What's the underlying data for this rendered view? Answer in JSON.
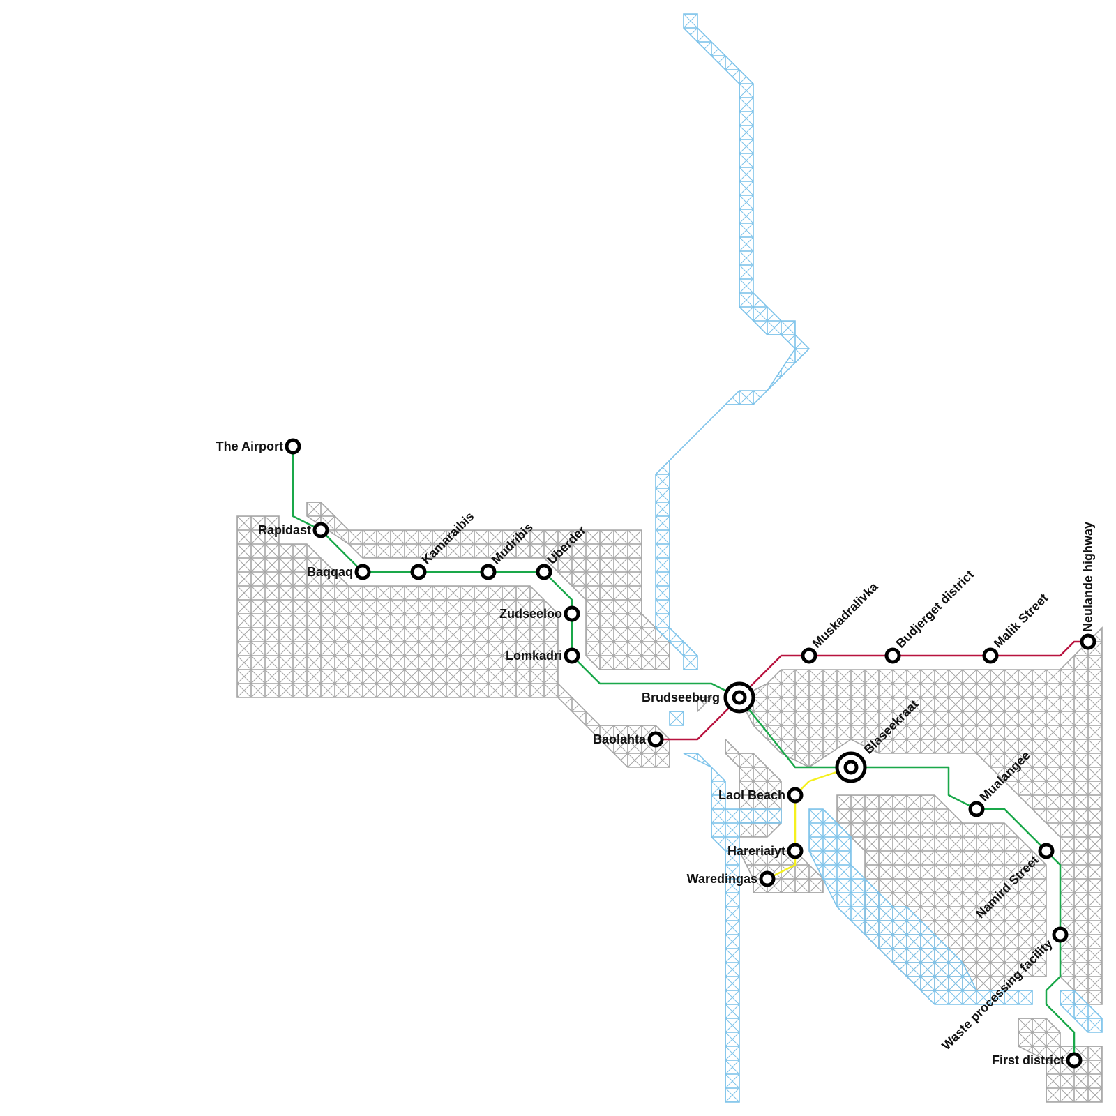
{
  "colors": {
    "background": "#ffffff",
    "urban_area": "#a6a6a6",
    "water": "#7ec3ea",
    "line_green": "#1aa84a",
    "line_red": "#b8133f",
    "line_yellow": "#f5f01e",
    "station_outline": "#000000"
  },
  "lines": [
    {
      "id": "green",
      "color": "#1aa84a"
    },
    {
      "id": "red",
      "color": "#b8133f"
    },
    {
      "id": "yellow",
      "color": "#f5f01e"
    }
  ],
  "stations": {
    "the_airport": "The Airport",
    "rapidast": "Rapidast",
    "baqqaq": "Baqqaq",
    "kamaraibis": "Kamaraibis",
    "mudribis": "Mudribis",
    "uberder": "Uberder",
    "zudseeloo": "Zudseeloo",
    "lomkadri": "Lomkadri",
    "brudseeburg": "Brudseeburg",
    "baolahta": "Baolahta",
    "muskadralivka": "Muskadralivka",
    "budjerget_district": "Budjerget district",
    "malik_street": "Malik Street",
    "neulande_highway": "Neulande highway",
    "blaseekraat": "Blaseekraat",
    "mualangee": "Mualangee",
    "namird_street": "Namird Street",
    "waste_processing_facility": "Waste processing facility",
    "first_district": "First district",
    "laol_beach": "Laol Beach",
    "hareriaiyt": "Hareriaiyt",
    "waredingas": "Waredingas"
  },
  "interchanges": [
    "brudseeburg",
    "blaseekraat"
  ]
}
